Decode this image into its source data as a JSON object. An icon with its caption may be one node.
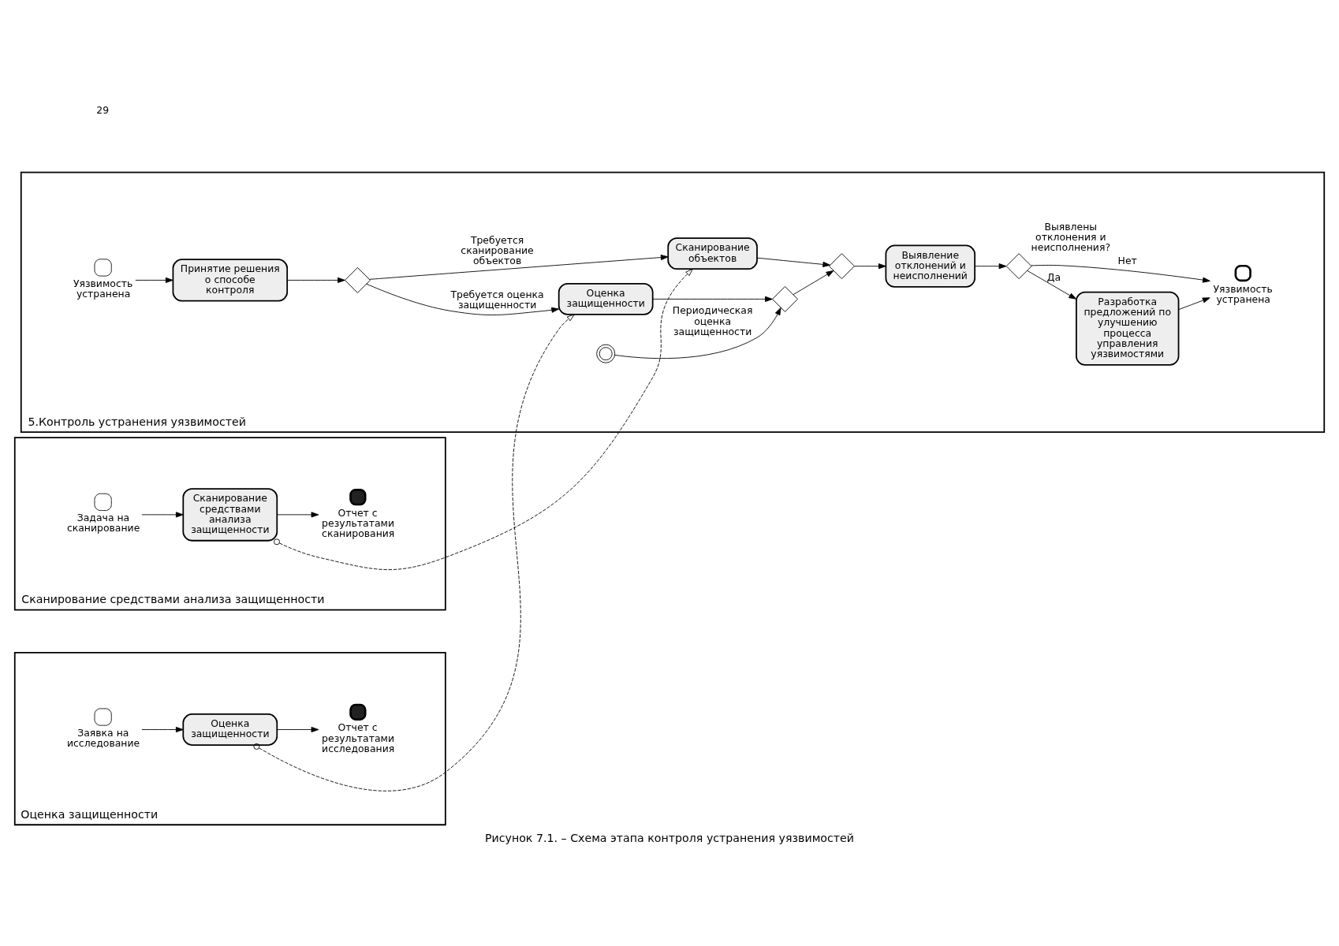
{
  "diagram": {
    "caption": "Рисунок 7.1. – Схема этапа контроля устранения уязвимостей",
    "nodes": [
      {
        "text": [
          "5.Контроль устранения уязвимостей"
        ]
      },
      {
        "text": [],
        "shape": "circle",
        "beside": [
          "Уязвимость устранена"
        ],
        "in": 0
      },
      {
        "text": [
          "Принятие решения о способе контроля"
        ],
        "in": 0
      },
      {
        "text": [],
        "shape": "diamond",
        "in": 0
      },
      {
        "text": [
          "Оценка защищенности"
        ],
        "in": 0
      },
      {
        "text": [],
        "shape": "circle",
        "in": 0
      },
      {
        "text": [],
        "shape": "diamond",
        "in": 0
      },
      {
        "text": [],
        "shape": "diamond",
        "in": 0
      },
      {
        "text": [
          "Выявление отклонений и неисполнений"
        ],
        "in": 0
      },
      {
        "text": [],
        "shape": "diamond",
        "beside": [
          "Выявлены отклонения и неисполнения?"
        ],
        "in": 0
      },
      {
        "text": [
          "Сканирование объектов"
        ],
        "in": 0
      },
      {
        "text": [
          "Разработка предложений по улучшению процесса управления уязвимостями"
        ],
        "in": 0
      },
      {
        "text": [],
        "shape": "circle",
        "beside": [
          "Уязвимость устранена"
        ],
        "in": 0
      },
      {
        "text": [
          "Оценка защищенности"
        ]
      },
      {
        "text": [],
        "shape": "circle",
        "beside": [
          "Заявка на исследование"
        ],
        "in": 13
      },
      {
        "text": [
          "Оценка защищенности"
        ],
        "in": 13
      },
      {
        "text": [],
        "shape": "circle",
        "beside": [
          "Отчет с результатами исследования"
        ],
        "in": 13
      },
      {
        "text": [
          "Сканирование средствами анализа защищенности"
        ]
      },
      {
        "text": [],
        "shape": "circle",
        "beside": [
          "Задача на сканирование"
        ],
        "in": 17
      },
      {
        "text": [
          "Сканирование средствами анализа защищенности"
        ],
        "in": 17
      },
      {
        "text": [],
        "shape": "circle",
        "beside": [
          "Отчет с результатами сканирования"
        ],
        "in": 17
      }
    ],
    "edges": [
      {
        "from": 1,
        "to": 2,
        "arrow": "to"
      },
      {
        "from": 2,
        "to": 3,
        "arrow": "to"
      },
      {
        "from": 3,
        "to": 4,
        "arrow": "to",
        "label": "Требуется оценка защищенности"
      },
      {
        "from": 3,
        "to": 10,
        "arrow": "to",
        "label": "Требуется сканирование объектов"
      },
      {
        "from": 5,
        "to": 6,
        "arrow": "to",
        "label": "Периодическая оценка защищенности"
      },
      {
        "from": 4,
        "to": 6,
        "arrow": "to"
      },
      {
        "from": 6,
        "to": 7,
        "arrow": "to"
      },
      {
        "from": 10,
        "to": 7,
        "arrow": "to"
      },
      {
        "from": 7,
        "to": 8,
        "arrow": "to"
      },
      {
        "from": 8,
        "to": 9,
        "arrow": "to"
      },
      {
        "from": 9,
        "to": 12,
        "arrow": "to",
        "label": "Нет"
      },
      {
        "from": 9,
        "to": 11,
        "arrow": "to",
        "label": "Да"
      },
      {
        "from": 11,
        "to": 12,
        "arrow": "to"
      },
      {
        "from": 15,
        "to": 4,
        "arrow": "to",
        "style": "dashed"
      },
      {
        "from": 19,
        "to": 10,
        "arrow": "to",
        "style": "dashed"
      },
      {
        "from": 14,
        "to": 15,
        "arrow": "to"
      },
      {
        "from": 15,
        "to": 16,
        "arrow": "to"
      },
      {
        "from": 18,
        "to": 19,
        "arrow": "to"
      },
      {
        "from": 19,
        "to": 20,
        "arrow": "to"
      }
    ],
    "labels": [
      "29"
    ]
  }
}
